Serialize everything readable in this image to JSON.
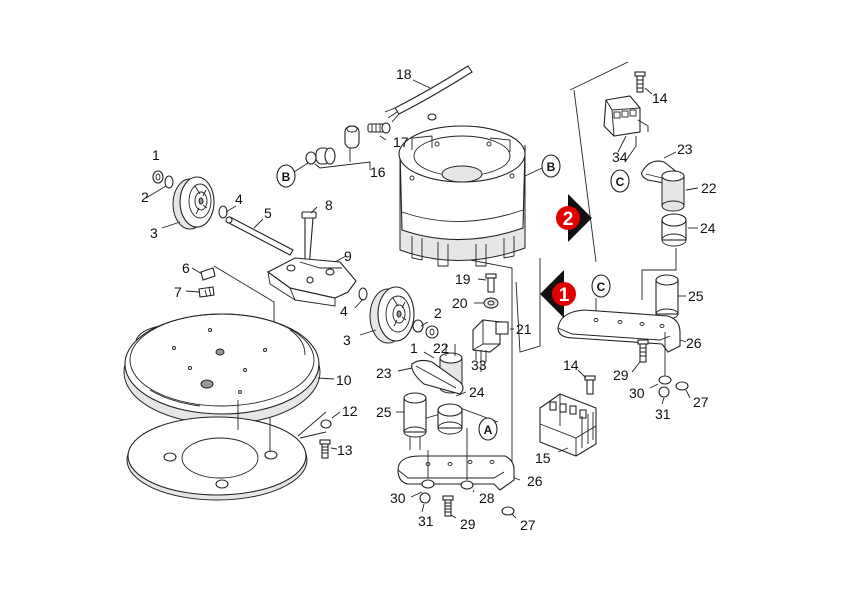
{
  "labels": {
    "p1a": "1",
    "p2a": "2",
    "p3a": "3",
    "p4a": "4",
    "p5": "5",
    "p6": "6",
    "p7": "7",
    "p8": "8",
    "p9": "9",
    "p4b": "4",
    "p2b": "2",
    "p3b": "3",
    "p10": "10",
    "p12": "12",
    "p13": "13",
    "p16": "16",
    "p17": "17",
    "p18": "18",
    "p19": "19",
    "p20": "20",
    "p21": "21",
    "p33": "33",
    "p1b": "1",
    "p22a": "22",
    "p23a": "23",
    "p24a": "24",
    "p25a": "25",
    "p26a": "26",
    "p30a": "30",
    "p31a": "31",
    "p29a": "29",
    "p28": "28",
    "p27a": "27",
    "p15": "15",
    "p14a": "14",
    "p29b": "29",
    "p30b": "30",
    "p31b": "31",
    "p27b": "27",
    "p26b": "26",
    "p25b": "25",
    "p24b": "24",
    "p22b": "22",
    "p23b": "23",
    "p34": "34",
    "p14b": "14"
  },
  "refs": {
    "b_left": "B",
    "b_right": "B",
    "c_top": "C",
    "c_mid": "C",
    "a": "A"
  },
  "markers": {
    "m1": "1",
    "m2": "2",
    "color": "#e00000"
  }
}
